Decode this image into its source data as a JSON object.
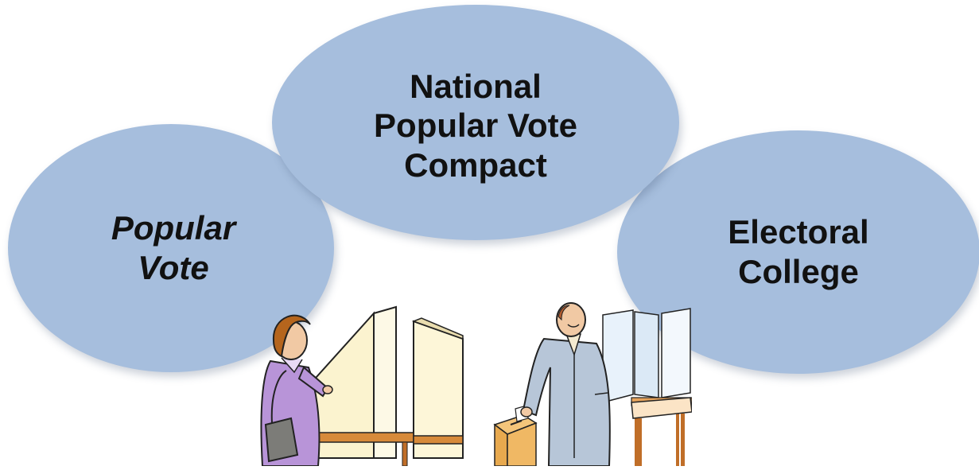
{
  "diagram": {
    "nodes": [
      {
        "id": "popular-vote",
        "lines": [
          "Popular",
          "Vote"
        ],
        "italic": true
      },
      {
        "id": "npv-compact",
        "lines": [
          "National",
          "Popular Vote",
          "Compact"
        ],
        "italic": false
      },
      {
        "id": "electoral-college",
        "lines": [
          "Electoral",
          "College"
        ],
        "italic": false
      }
    ],
    "fill_color": "#a6bedd",
    "text_color": "#111111"
  },
  "illustrations": [
    {
      "icon": "woman-voting-booth-clipart"
    },
    {
      "icon": "man-casting-ballot-clipart"
    }
  ]
}
